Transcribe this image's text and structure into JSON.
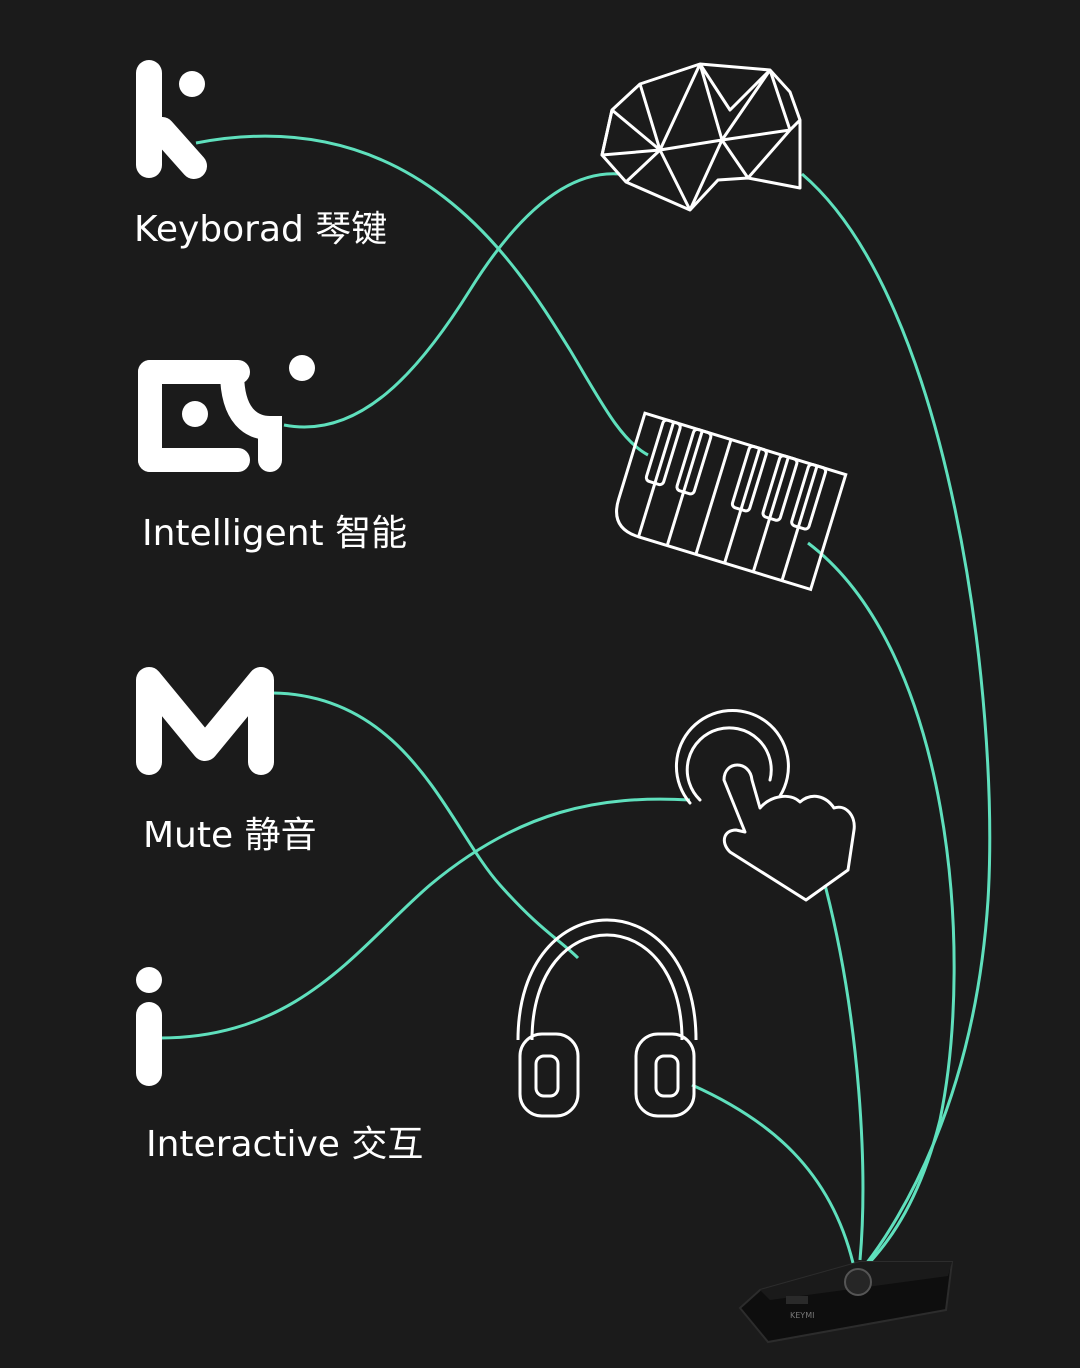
{
  "captions": [
    "Keyborad 琴键",
    "Intelligent 智能",
    "Mute 静音",
    "Interactive 交互"
  ],
  "device_label": "KEYMI",
  "icons": [
    "brain-icon",
    "piano-keys-icon",
    "touch-hand-icon",
    "headphones-icon"
  ],
  "colors": {
    "background": "#1b1b1b",
    "line": "#5fe0bd",
    "foreground": "#ffffff",
    "device": "#0e0e0e"
  }
}
